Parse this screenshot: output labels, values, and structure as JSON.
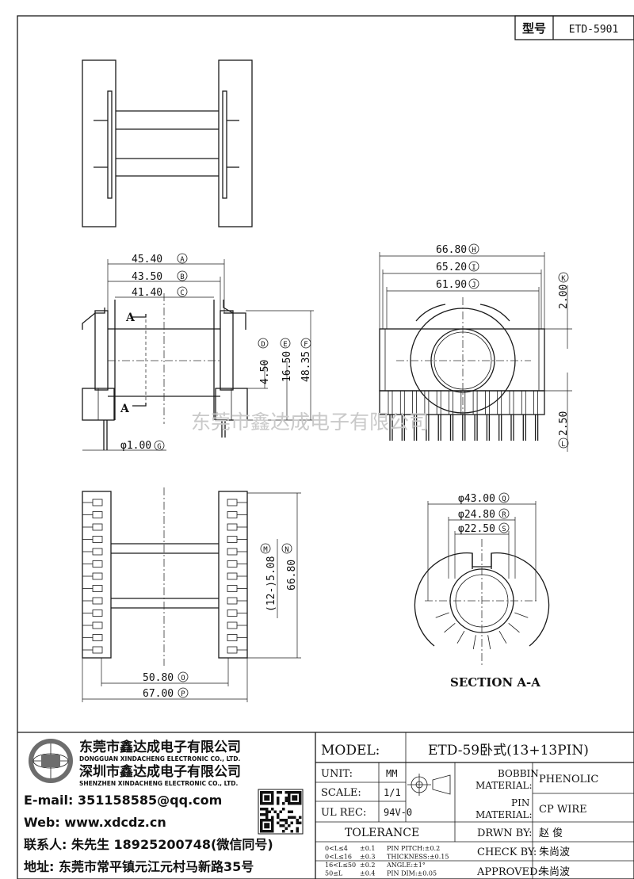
{
  "model_box": {
    "label": "型号",
    "value": "ETD-5901"
  },
  "dims": {
    "A": "45.40",
    "B": "43.50",
    "C": "41.40",
    "D": "4.50",
    "E": "16.50",
    "F": "48.35",
    "G": "φ1.00",
    "H": "66.80",
    "I": "65.20",
    "J": "61.90",
    "K": "2.00",
    "L": "2.50",
    "M": "(12-)5.08",
    "N": "66.80",
    "O": "50.80",
    "P": "67.00",
    "Q": "φ43.00",
    "R": "φ24.80",
    "S": "φ22.50"
  },
  "markers": {
    "A": "A",
    "B": "B",
    "C": "C",
    "D": "D",
    "E": "E",
    "F": "F",
    "G": "G",
    "H": "H",
    "I": "I",
    "J": "J",
    "K": "K",
    "L": "L",
    "M": "M",
    "N": "N",
    "O": "O",
    "P": "P",
    "Q": "Q",
    "R": "R",
    "S": "S"
  },
  "section_letter": "A",
  "section_title": "SECTION A-A",
  "watermark": "东莞市鑫达成电子有限公司",
  "company": {
    "name_cn_1": "东莞市鑫达成电子有限公司",
    "name_en_1": "DONGGUAN XINDACHENG ELECTRONIC CO., LTD.",
    "name_cn_2": "深圳市鑫达成电子有限公司",
    "name_en_2": "SHENZHEN XINDACHENG ELECTRONIC CO., LTD.",
    "email": "E-mail: 351158585@qq.com",
    "web": "Web: www.xdcdz.cn",
    "contact": "联系人: 朱先生 18925200748(微信同号)",
    "address": "地址: 东莞市常平镇元江元村马新路35号"
  },
  "title_block": {
    "model_label": "MODEL:",
    "model_value": "ETD-59卧式(13+13PIN)",
    "unit_label": "UNIT:",
    "unit_value": "MM",
    "scale_label": "SCALE:",
    "scale_value": "1/1",
    "ul_label": "UL REC:",
    "ul_value": "94V-0",
    "tolerance": "TOLERANCE",
    "bobbin_label_1": "BOBBIN",
    "bobbin_label_2": "MATERIAL:",
    "bobbin_value": "PHENOLIC",
    "pin_label_1": "PIN",
    "pin_label_2": "MATERIAL:",
    "pin_value": "CP WIRE",
    "drwn_label": "DRWN BY:",
    "drwn_value": "赵  俊",
    "check_label": "CHECK BY:",
    "check_value": "朱尚波",
    "approved_label": "APPROVED:",
    "approved_value": "朱尚波"
  },
  "tolerances": [
    {
      "range": "0<L≤4",
      "tol": "±0.1",
      "spec": "PIN PITCH:±0.2"
    },
    {
      "range": "0<L≤16",
      "tol": "±0.3",
      "spec": "THICKNESS:±0.15"
    },
    {
      "range": "16<L≤50",
      "tol": "±0.2",
      "spec": "ANGLE:±1°"
    },
    {
      "range": "50≤L",
      "tol": "±0.4",
      "spec": "PIN DIM:±0.05"
    }
  ]
}
